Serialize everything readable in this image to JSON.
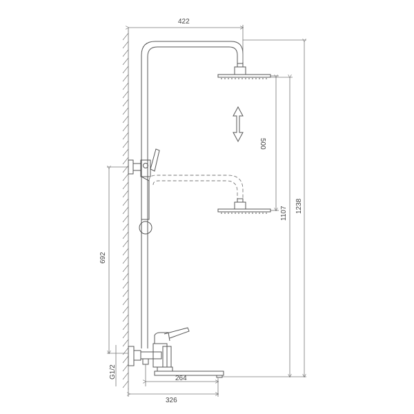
{
  "diagram": {
    "subject": "Shower column with overhead rain shower, hand shower and bath mixer with spout",
    "dimensions": {
      "top_width": "422",
      "adjust_range": "500",
      "height_low": "1107",
      "height_total": "1238",
      "wall_outlet_height": "692",
      "thread": "G1/2",
      "spout_length": "264",
      "total_depth": "326"
    },
    "colors": {
      "line": "#555555",
      "dim_line": "#777777",
      "background": "#ffffff"
    }
  }
}
